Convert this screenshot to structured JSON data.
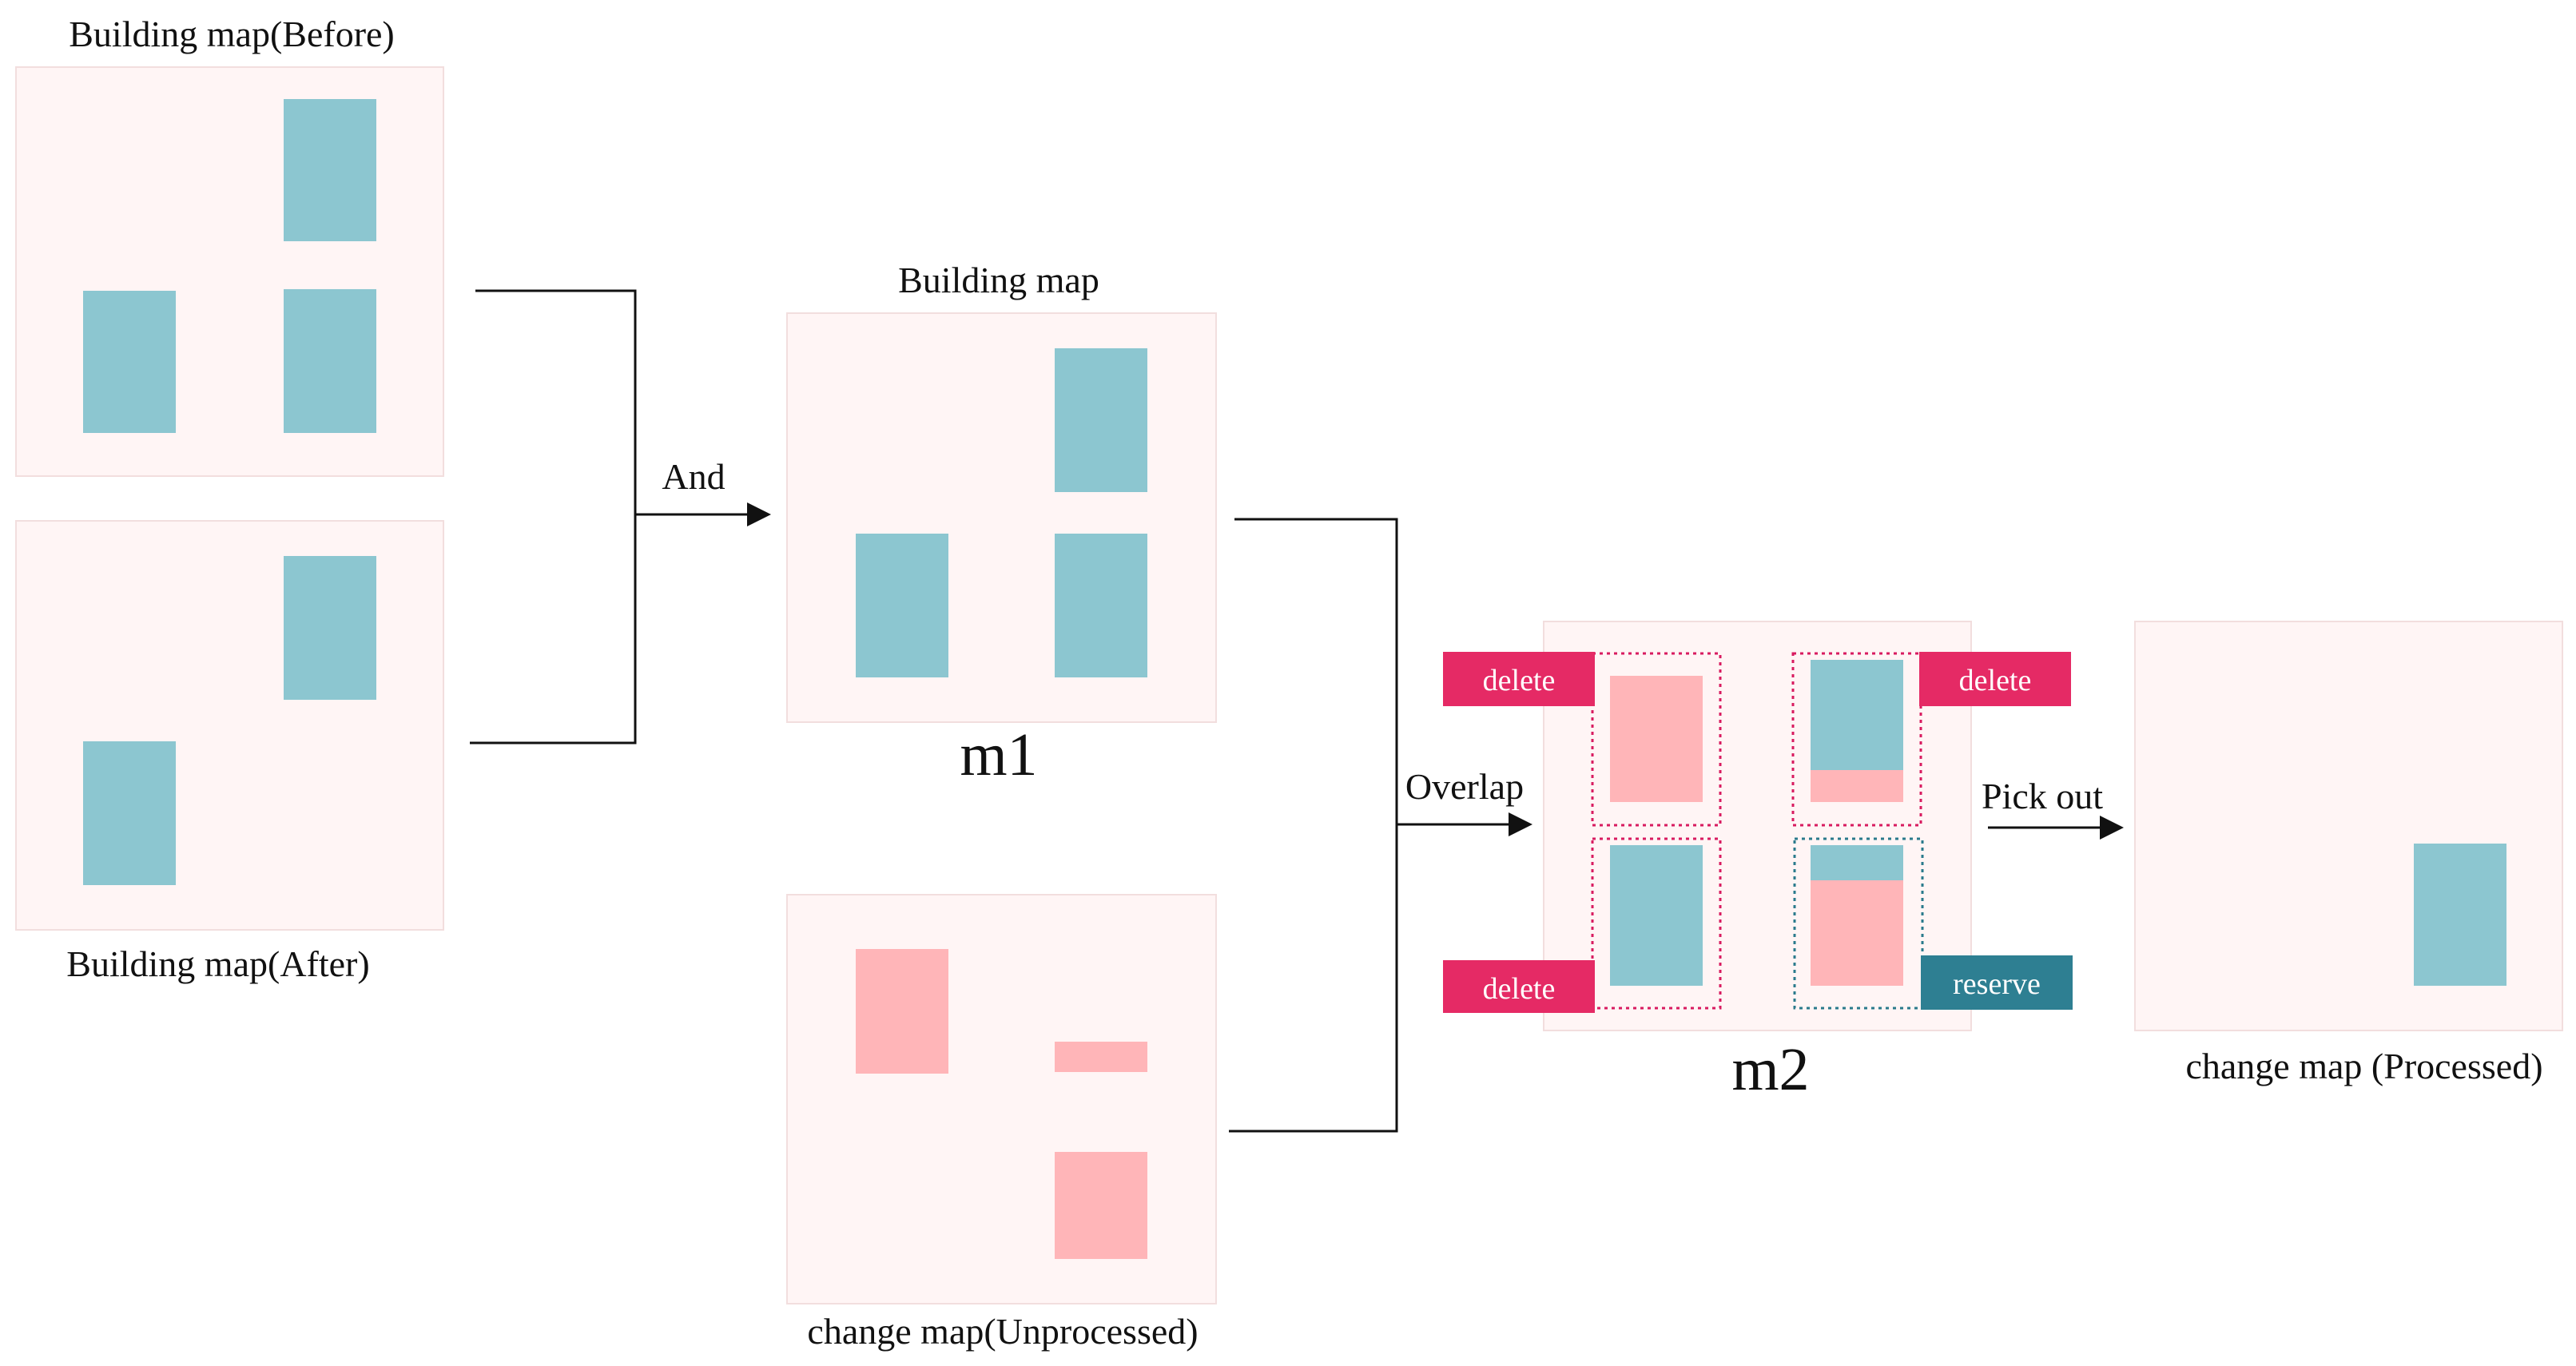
{
  "colors": {
    "panel_bg": "#fff5f5",
    "panel_border": "#f2dede",
    "building": "#8cc6d0",
    "change": "#ffb5b8",
    "delete_tag": "#e52a65",
    "reserve_tag": "#2e7f92",
    "delete_box": "#d81b60",
    "reserve_box": "#2a7a8c",
    "line": "#111111"
  },
  "panels": {
    "before": {
      "label": "Building map(Before)"
    },
    "after": {
      "label": "Building map(After)"
    },
    "m1": {
      "label": "Building map",
      "name": "m1"
    },
    "change_unprocessed": {
      "label": "change map(Unprocessed)"
    },
    "m2": {
      "name": "m2"
    },
    "change_processed": {
      "label": "change map (Processed)"
    }
  },
  "operations": {
    "and": "And",
    "overlap": "Overlap",
    "pick_out": "Pick out"
  },
  "tags": {
    "delete": "delete",
    "reserve": "reserve"
  }
}
